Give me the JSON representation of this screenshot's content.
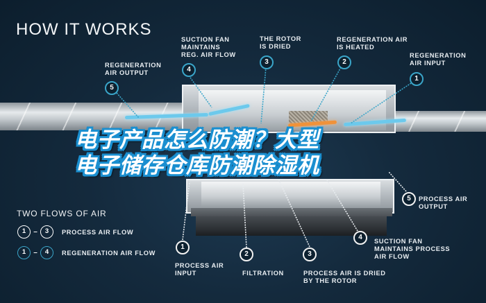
{
  "headline": "HOW IT WORKS",
  "overlay_title": {
    "line1": "电子产品怎么防潮？大型",
    "line2": "电子储存仓库防潮除湿机"
  },
  "colors": {
    "background": "#142a3d",
    "regen_accent": "#3aa5c9",
    "process_accent": "#f2f2f2",
    "title_outline": "#1a8fd0",
    "air_flow": "#6cc9ec",
    "heated_flow": "#f0923a"
  },
  "regeneration_callouts": [
    {
      "num": "5",
      "label_line1": "REGENERATION",
      "label_line2": "AIR OUTPUT"
    },
    {
      "num": "4",
      "label_line1": "SUCTION FAN",
      "label_line2": "MAINTAINS",
      "label_line3": "REG. AIR FLOW"
    },
    {
      "num": "3",
      "label_line1": "THE ROTOR",
      "label_line2": "IS DRIED"
    },
    {
      "num": "2",
      "label_line1": "REGENERATION AIR",
      "label_line2": "IS HEATED"
    },
    {
      "num": "1",
      "label_line1": "REGENERATION",
      "label_line2": "AIR INPUT"
    }
  ],
  "process_callouts": [
    {
      "num": "1",
      "label_line1": "PROCESS AIR",
      "label_line2": "INPUT"
    },
    {
      "num": "2",
      "label_line1": "FILTRATION"
    },
    {
      "num": "3",
      "label_line1": "PROCESS AIR IS DRIED",
      "label_line2": "BY THE ROTOR"
    },
    {
      "num": "4",
      "label_line1": "SUCTION FAN",
      "label_line2": "MAINTAINS PROCESS",
      "label_line3": "AIR FLOW"
    },
    {
      "num": "5",
      "label_line1": "PROCESS AIR",
      "label_line2": "OUTPUT"
    }
  ],
  "legend": {
    "title": "TWO FLOWS OF AIR",
    "rows": [
      {
        "from": "1",
        "dash": "–",
        "to": "3",
        "label": "PROCESS AIR FLOW"
      },
      {
        "from": "1",
        "dash": "–",
        "to": "4",
        "label": "REGENERATION AIR FLOW"
      }
    ]
  }
}
